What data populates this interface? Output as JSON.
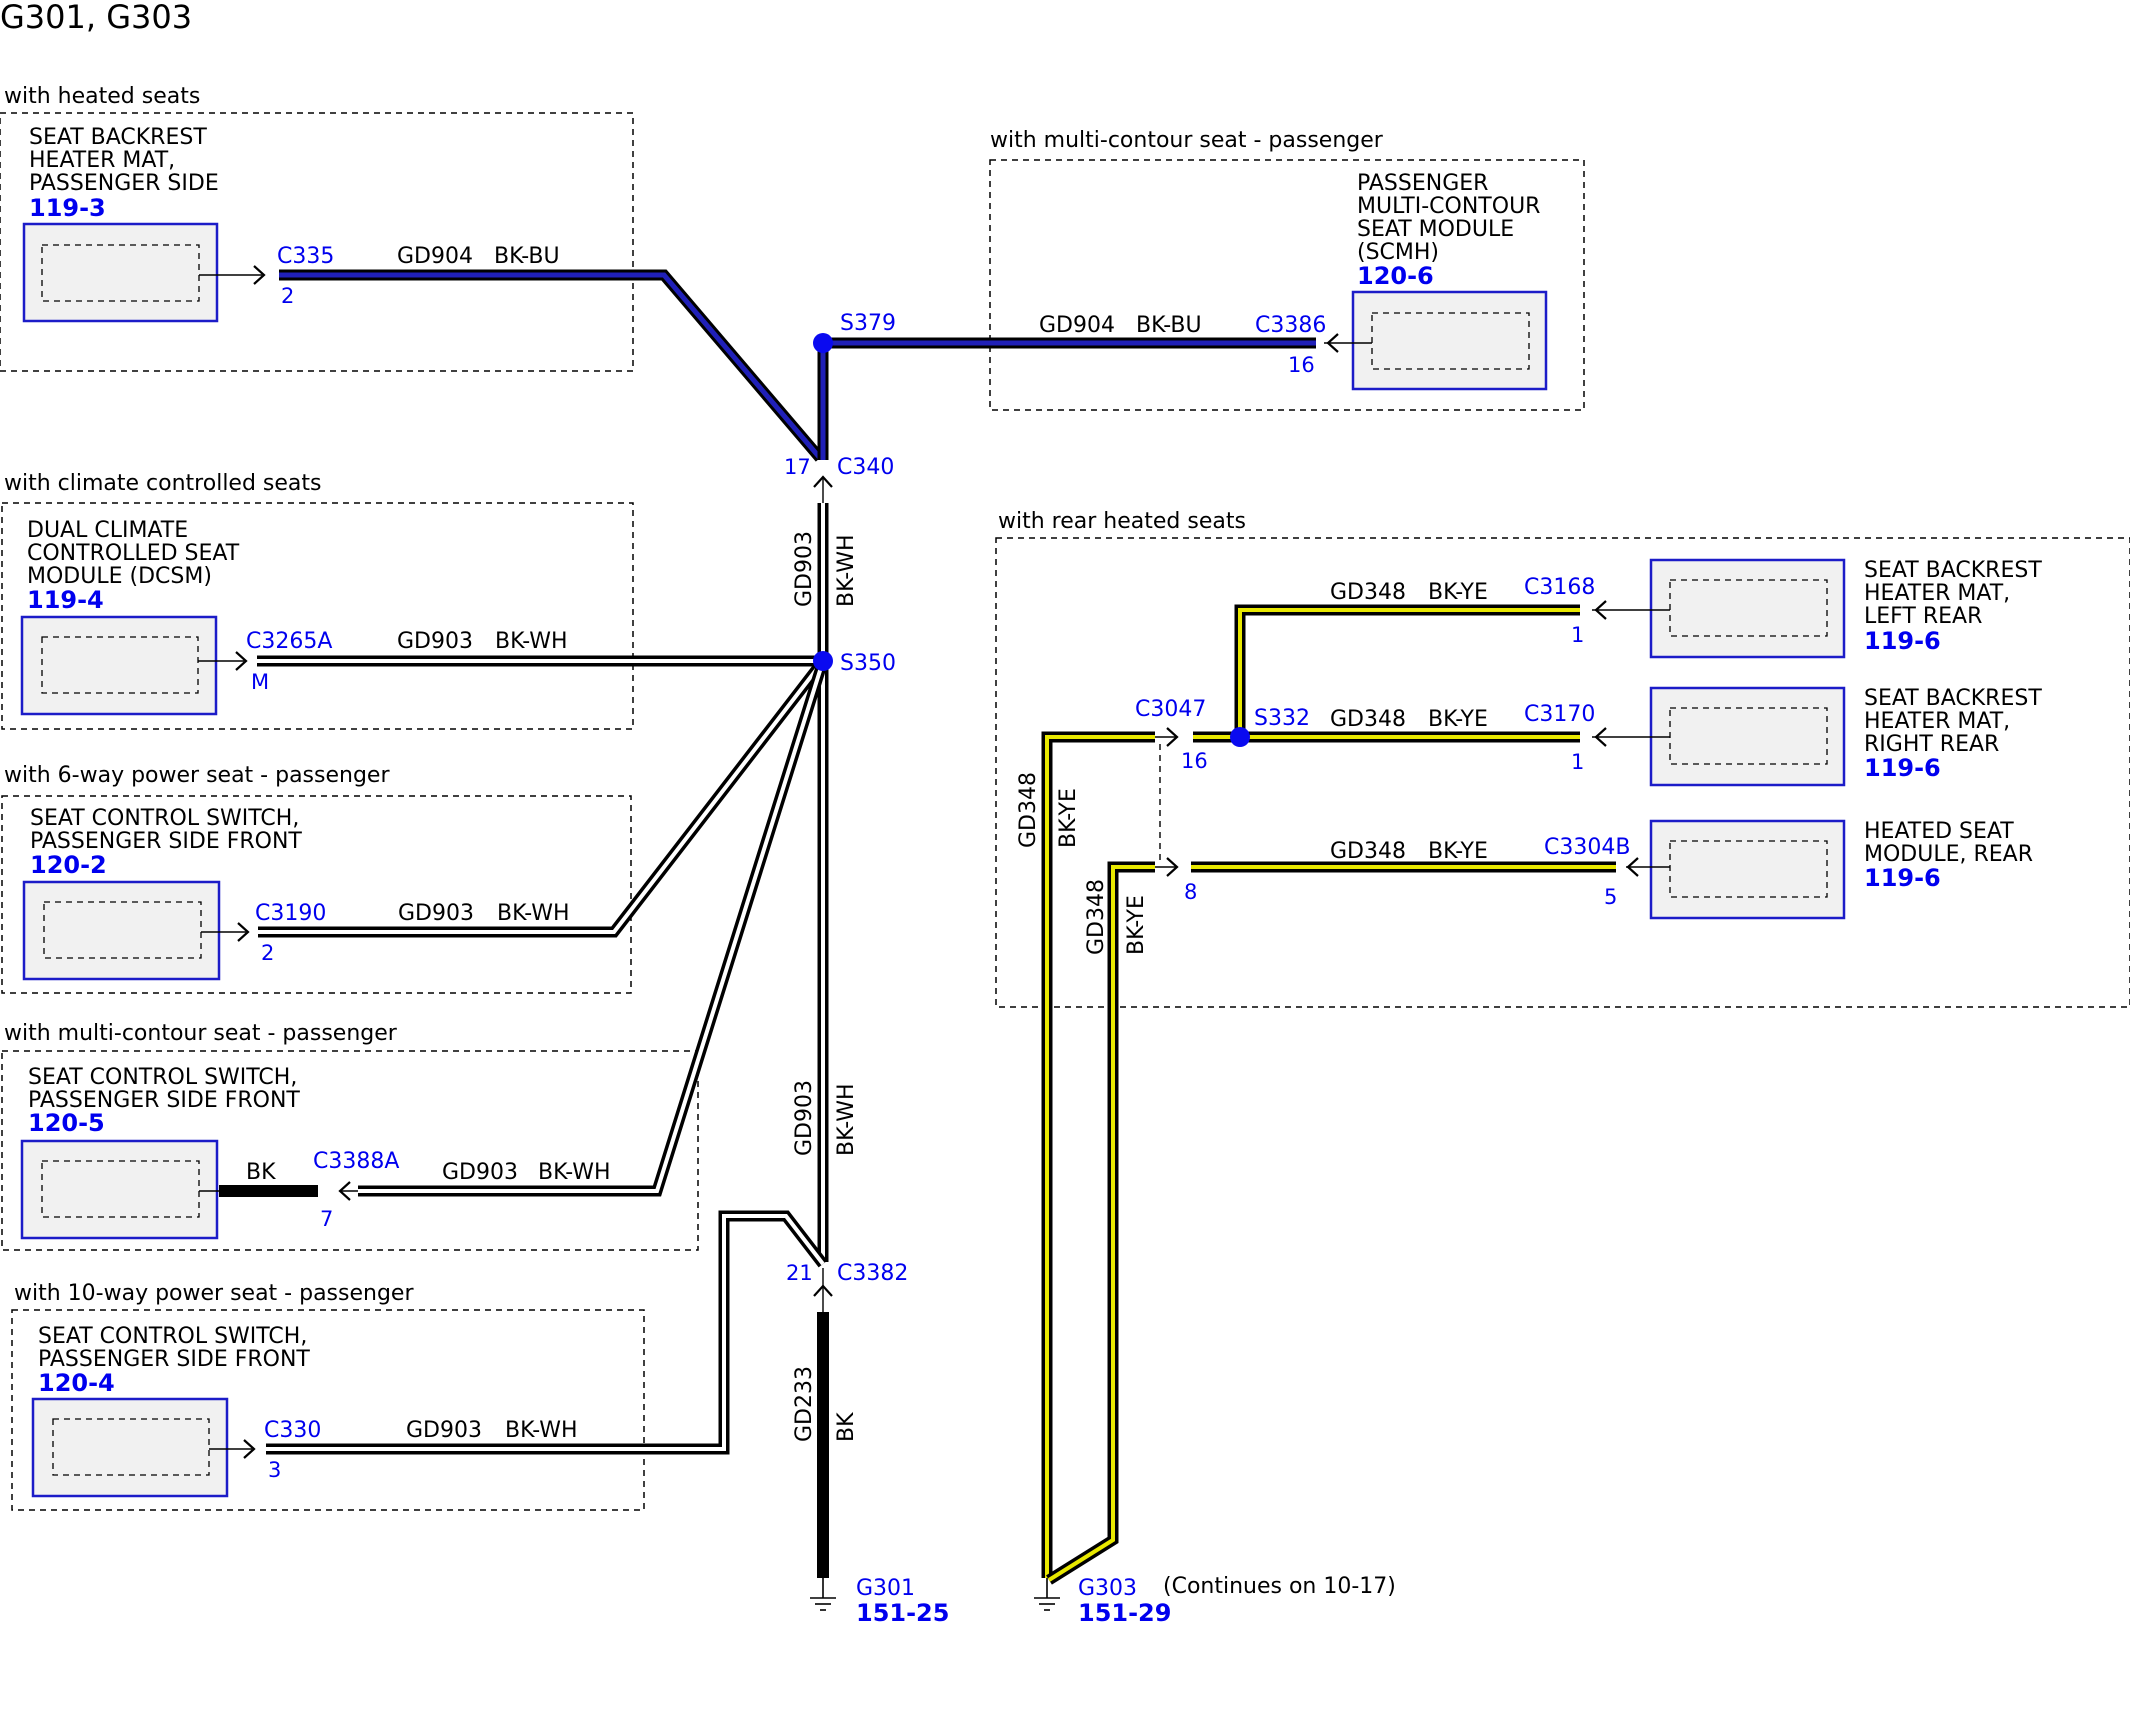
{
  "title": "G301, G303",
  "colors": {
    "connector_label": "#0000ee",
    "splice": "#0a0af0",
    "component_border": "#1c1cc8",
    "component_fill": "#f1f1f1",
    "wire_blue_stripe": "#2020b8",
    "wire_yellow_stripe": "#e8e800"
  },
  "groups": {
    "heated_seats": "with heated seats",
    "climate_seats": "with climate controlled seats",
    "six_way": "with 6-way power seat - passenger",
    "multi_contour_left": "with multi-contour seat - passenger",
    "ten_way": "with 10-way power seat - passenger",
    "multi_contour_right": "with multi-contour seat - passenger",
    "rear_heated": "with rear heated seats"
  },
  "components": {
    "backrest_pass": {
      "lines": [
        "SEAT BACKREST",
        "HEATER MAT,",
        "PASSENGER SIDE"
      ],
      "ref": "119-3"
    },
    "dcsm": {
      "lines": [
        "DUAL CLIMATE",
        "CONTROLLED SEAT",
        "MODULE (DCSM)"
      ],
      "ref": "119-4"
    },
    "switch_6way": {
      "lines": [
        "SEAT CONTROL SWITCH,",
        "PASSENGER SIDE FRONT"
      ],
      "ref": "120-2"
    },
    "switch_mc": {
      "lines": [
        "SEAT CONTROL SWITCH,",
        "PASSENGER SIDE FRONT"
      ],
      "ref": "120-5"
    },
    "switch_10way": {
      "lines": [
        "SEAT CONTROL SWITCH,",
        "PASSENGER SIDE FRONT"
      ],
      "ref": "120-4"
    },
    "scmh": {
      "lines": [
        "PASSENGER",
        "MULTI-CONTOUR",
        "SEAT MODULE",
        "(SCMH)"
      ],
      "ref": "120-6"
    },
    "backrest_left_rear": {
      "lines": [
        "SEAT BACKREST",
        "HEATER MAT,",
        "LEFT REAR"
      ],
      "ref": "119-6"
    },
    "backrest_right_rear": {
      "lines": [
        "SEAT BACKREST",
        "HEATER MAT,",
        "RIGHT REAR"
      ],
      "ref": "119-6"
    },
    "heated_rear_module": {
      "lines": [
        "HEATED SEAT",
        "MODULE, REAR"
      ],
      "ref": "119-6"
    }
  },
  "connectors": {
    "c335": {
      "name": "C335",
      "pin": "2"
    },
    "c3265a": {
      "name": "C3265A",
      "pin": "M"
    },
    "c3190": {
      "name": "C3190",
      "pin": "2"
    },
    "c3388a": {
      "name": "C3388A",
      "pin": "7"
    },
    "c330": {
      "name": "C330",
      "pin": "3"
    },
    "c340": {
      "name": "C340",
      "pin": "17"
    },
    "c3382": {
      "name": "C3382",
      "pin": "21"
    },
    "c3386": {
      "name": "C3386",
      "pin": "16"
    },
    "c3168": {
      "name": "C3168",
      "pin": "1"
    },
    "c3170": {
      "name": "C3170",
      "pin": "1"
    },
    "c3304b": {
      "name": "C3304B",
      "pin": "5"
    },
    "c3047": {
      "name": "C3047",
      "pin_top": "16",
      "pin_bottom": "8"
    }
  },
  "splices": {
    "s379": "S379",
    "s350": "S350",
    "s332": "S332"
  },
  "wires": {
    "gd904": "GD904",
    "bk_bu": "BK-BU",
    "gd903": "GD903",
    "bk_wh": "BK-WH",
    "gd348": "GD348",
    "bk_ye": "BK-YE",
    "gd233": "GD233",
    "bk": "BK"
  },
  "grounds": {
    "g301": {
      "name": "G301",
      "ref": "151-25"
    },
    "g303": {
      "name": "G303",
      "ref": "151-29",
      "note": "(Continues on 10-17)"
    }
  }
}
